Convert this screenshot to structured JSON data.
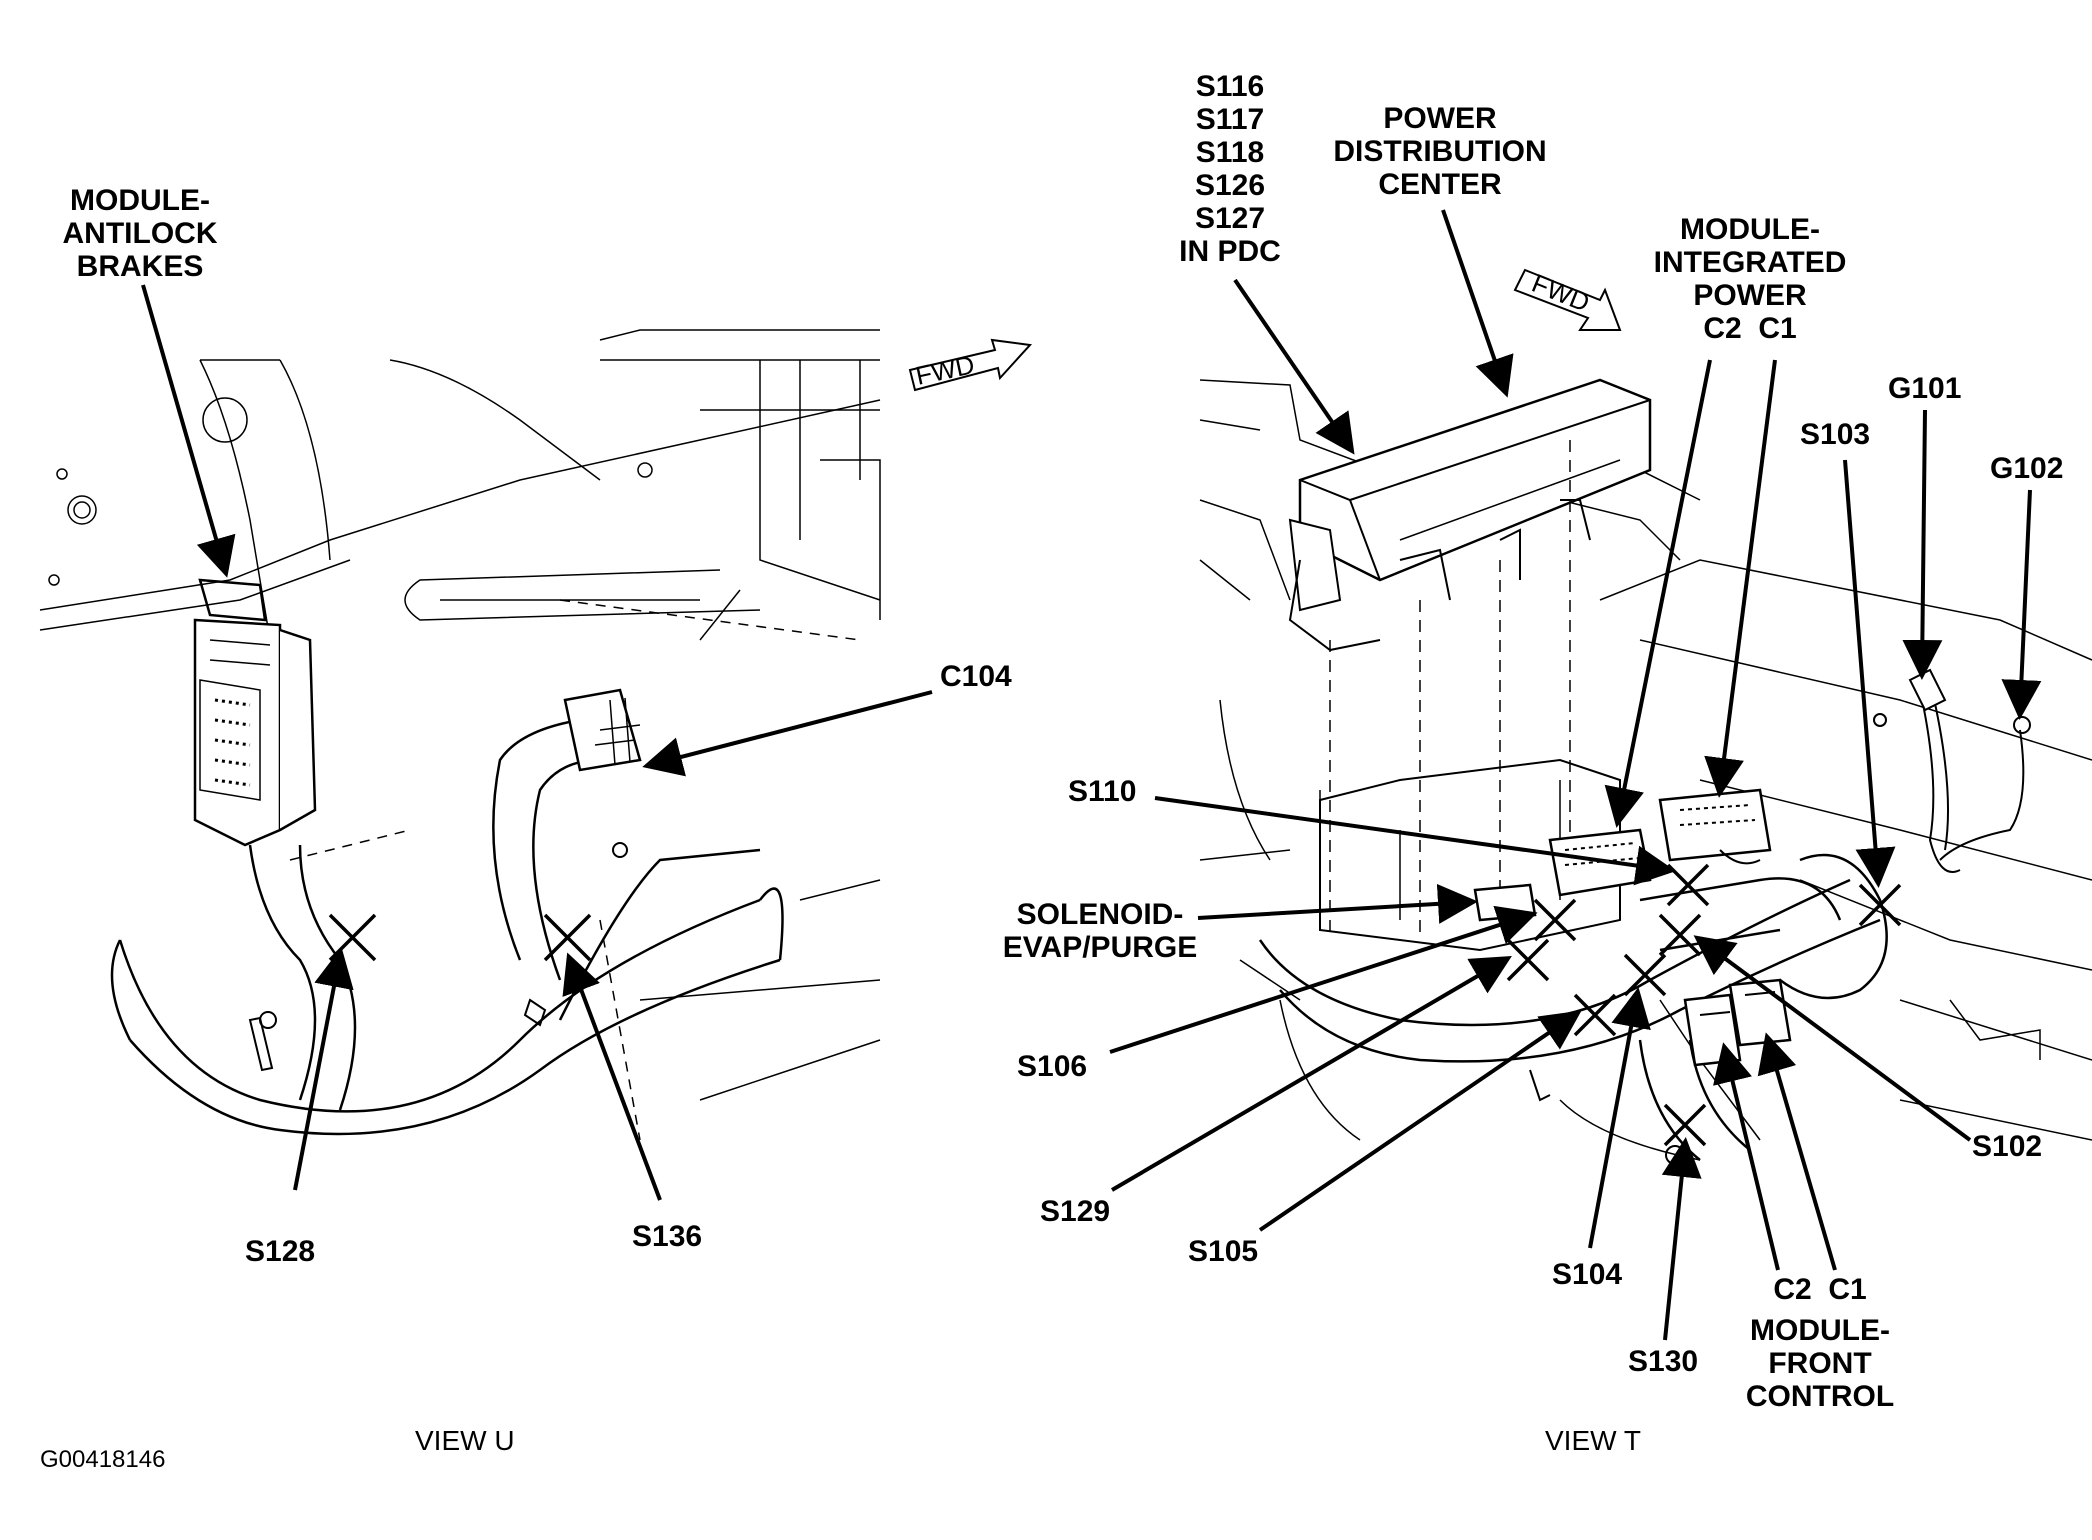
{
  "figure_id": "G00418146",
  "views": {
    "left": "VIEW U",
    "right": "VIEW T"
  },
  "fwd_label": "FWD",
  "labels": {
    "abs_line1": "MODULE-",
    "abs_line2": "ANTILOCK",
    "abs_line3": "BRAKES",
    "c104": "C104",
    "s128": "S128",
    "s136": "S136",
    "pdc_splices_1": "S116",
    "pdc_splices_2": "S117",
    "pdc_splices_3": "S118",
    "pdc_splices_4": "S126",
    "pdc_splices_5": "S127",
    "pdc_splices_6": "IN PDC",
    "pdc_line1": "POWER",
    "pdc_line2": "DISTRIBUTION",
    "pdc_line3": "CENTER",
    "tipm_line1": "MODULE-",
    "tipm_line2": "INTEGRATED",
    "tipm_line3": "POWER",
    "tipm_conn": "C2  C1",
    "g101": "G101",
    "g102": "G102",
    "s103": "S103",
    "s110": "S110",
    "solenoid_line1": "SOLENOID-",
    "solenoid_line2": "EVAP/PURGE",
    "s106": "S106",
    "s129": "S129",
    "s105": "S105",
    "s104": "S104",
    "s130": "S130",
    "s102": "S102",
    "fcm_conn": "C2  C1",
    "fcm_line1": "MODULE-",
    "fcm_line2": "FRONT",
    "fcm_line3": "CONTROL"
  }
}
